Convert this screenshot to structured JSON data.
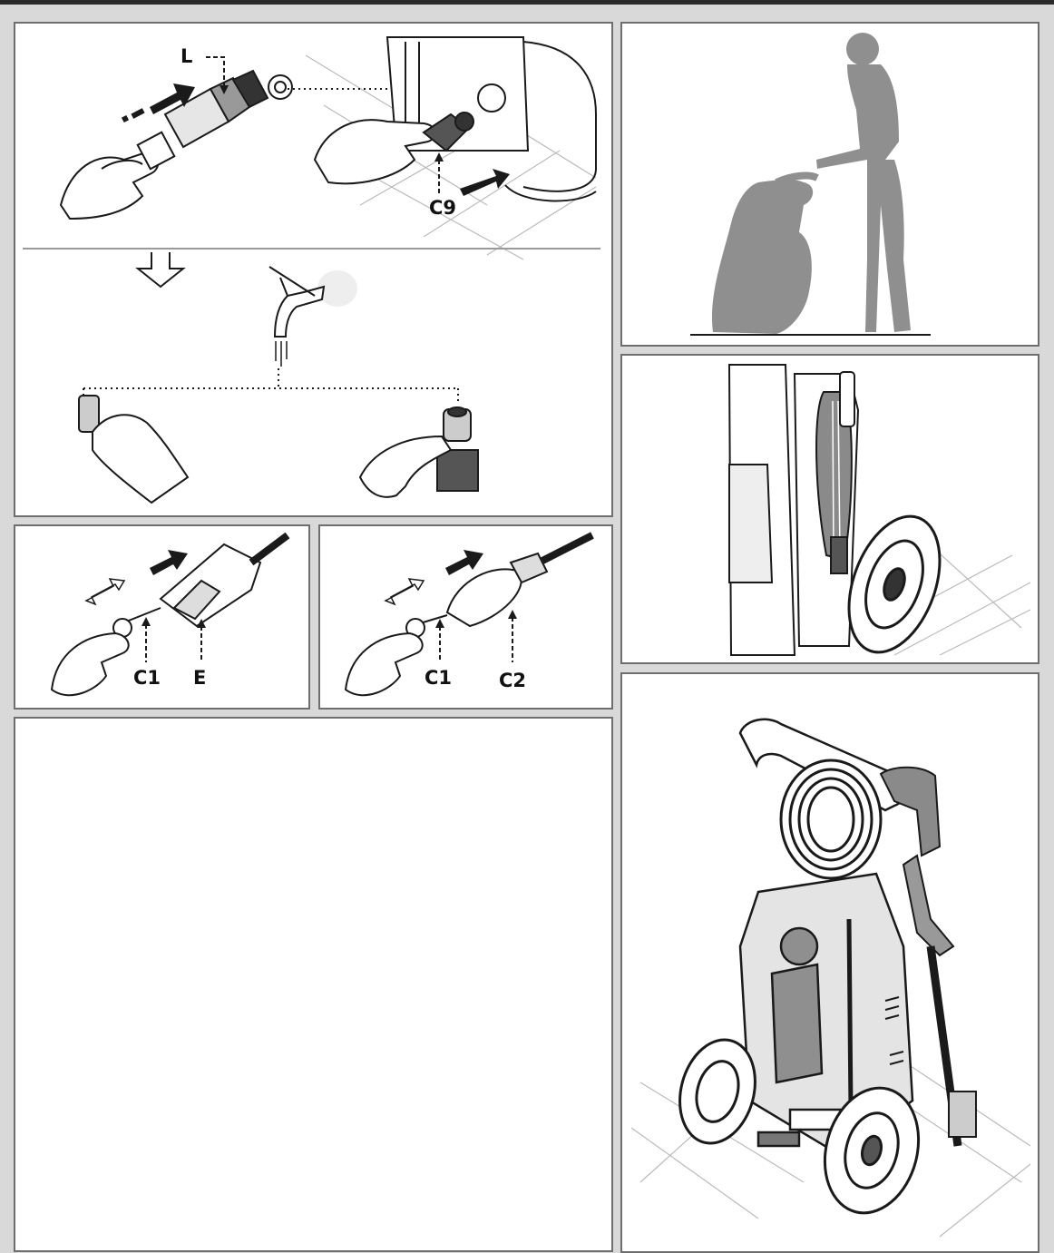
{
  "labels": {
    "L": "L",
    "C9": "C9",
    "C1_left": "C1",
    "E": "E",
    "C1_right": "C1",
    "C2": "C2"
  },
  "colors": {
    "background": "#d9d9d9",
    "panel_border": "#6e6e6e",
    "line": "#1a1a1a",
    "silhouette": "#8f8f8f",
    "machine_fill": "#e4e4e4",
    "accent_dark": "#555555"
  }
}
